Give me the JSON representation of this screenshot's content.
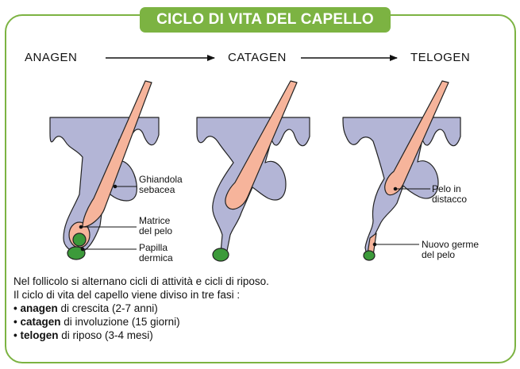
{
  "title": "CICLO DI VITA DEL CAPELLO",
  "phases": [
    "ANAGEN",
    "CATAGEN",
    "TELOGEN"
  ],
  "labels": {
    "ghiandola": [
      "Ghiandola",
      "sebacea"
    ],
    "matrice": [
      "Matrice",
      "del pelo"
    ],
    "papilla": [
      "Papilla",
      "dermica"
    ],
    "pelo_distacco": [
      "Pelo in",
      "distacco"
    ],
    "nuovo_germe": [
      "Nuovo germe",
      "del pelo"
    ]
  },
  "description": {
    "line1": "Nel follicolo si alternano cicli di attività e cicli di riposo.",
    "line2": "Il ciclo di vita del capello viene diviso in tre fasi :",
    "items": [
      {
        "term": "anagen",
        "text": " di crescita (2-7 anni)"
      },
      {
        "term": "catagen",
        "text": " di involuzione (15 giorni)"
      },
      {
        "term": "telogen",
        "text": " di riposo (3-4 mesi)"
      }
    ]
  },
  "colors": {
    "accent": "#7cb342",
    "skin": "#b3b5d6",
    "hair": "#f6b49b",
    "papilla": "#3c9a3a"
  }
}
